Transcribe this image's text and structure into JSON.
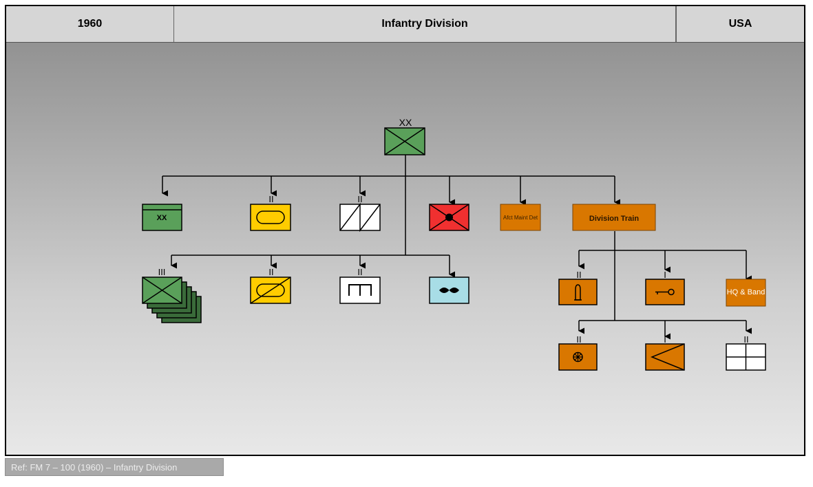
{
  "header": {
    "year": "1960",
    "title": "Infantry Division",
    "country": "USA"
  },
  "footer": {
    "reference": "Ref: FM 7 – 100 (1960) – Infantry Division"
  },
  "colors": {
    "infantry_green": "#5aa05a",
    "armor_yellow": "#ffcc00",
    "artillery_red": "#f03030",
    "support_orange": "#d97700",
    "engineer_white": "#ffffff",
    "signal_blue": "#a8dde6",
    "stack_dark_green": "#3a6b3a"
  },
  "units": {
    "division_hq": {
      "echelon": "XX",
      "icon": "infantry-cross-icon"
    },
    "division_base": {
      "label": "XX",
      "icon": "headquarters-icon"
    },
    "armor_battalion": {
      "echelon": "II",
      "icon": "armor-oval-icon"
    },
    "aviation_battalion": {
      "echelon": "II",
      "icon": "aviation-zigzag-icon"
    },
    "artillery": {
      "icon": "artillery-dot-icon"
    },
    "afct_maint": {
      "label": "Afct Maint Det"
    },
    "division_train": {
      "label": "Division Train"
    },
    "battle_groups": {
      "echelon": "III",
      "icon": "infantry-cross-icon"
    },
    "cavalry_squadron": {
      "echelon": "II",
      "icon": "armored-cavalry-icon"
    },
    "engineer_battalion": {
      "echelon": "II",
      "icon": "engineer-bridge-icon"
    },
    "signal_battalion": {
      "icon": "signal-lightning-icon"
    },
    "ordnance_battalion": {
      "echelon": "II",
      "icon": "ordnance-bomb-icon"
    },
    "quartermaster_company": {
      "echelon": "I",
      "icon": "quartermaster-key-icon"
    },
    "hq_band": {
      "label": "HQ & Band"
    },
    "transport_battalion": {
      "echelon": "II",
      "icon": "transport-wheel-icon"
    },
    "admin_company": {
      "echelon": "I",
      "icon": "admin-chevron-icon"
    },
    "medical_battalion": {
      "echelon": "II",
      "icon": "medical-cross-icon"
    }
  }
}
